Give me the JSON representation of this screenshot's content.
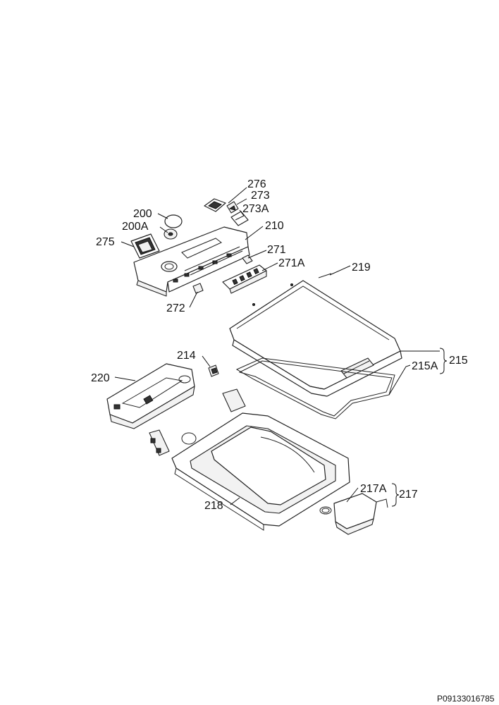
{
  "labels": {
    "l276": "276",
    "l273": "273",
    "l273A": "273A",
    "l200": "200",
    "l200A": "200A",
    "l210": "210",
    "l275": "275",
    "l271": "271",
    "l271A": "271A",
    "l272": "272",
    "l219": "219",
    "l215": "215",
    "l215A": "215A",
    "l214": "214",
    "l220": "220",
    "l218": "218",
    "l217A": "217A",
    "l217": "217"
  },
  "footer": {
    "reference": "P09133016785"
  }
}
